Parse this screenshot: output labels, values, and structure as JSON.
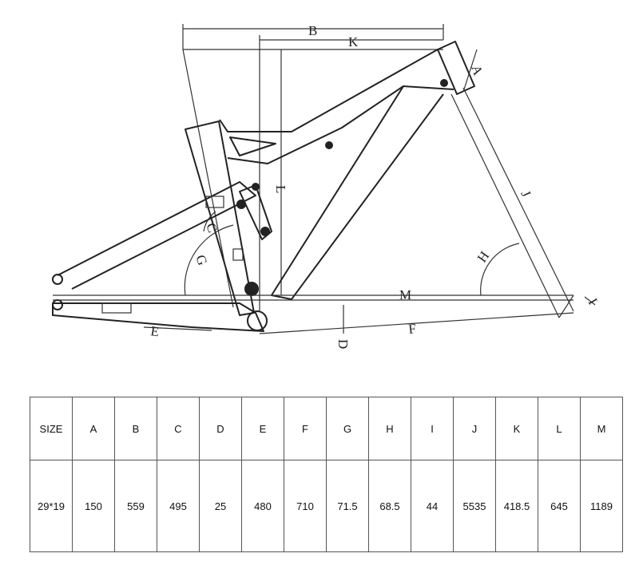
{
  "diagram": {
    "labels": {
      "A": "A",
      "B": "B",
      "C": "C",
      "D": "D",
      "E": "E",
      "F": "F",
      "G": "G",
      "H": "H",
      "I": "I",
      "J": "J",
      "K": "K",
      "L": "L",
      "M": "M"
    }
  },
  "table": {
    "headers": [
      "SIZE",
      "A",
      "B",
      "C",
      "D",
      "E",
      "F",
      "G",
      "H",
      "I",
      "J",
      "K",
      "L",
      "M"
    ],
    "values": [
      "29*19",
      "150",
      "559",
      "495",
      "25",
      "480",
      "710",
      "71.5",
      "68.5",
      "44",
      "5535",
      "418.5",
      "645",
      "1189"
    ]
  }
}
